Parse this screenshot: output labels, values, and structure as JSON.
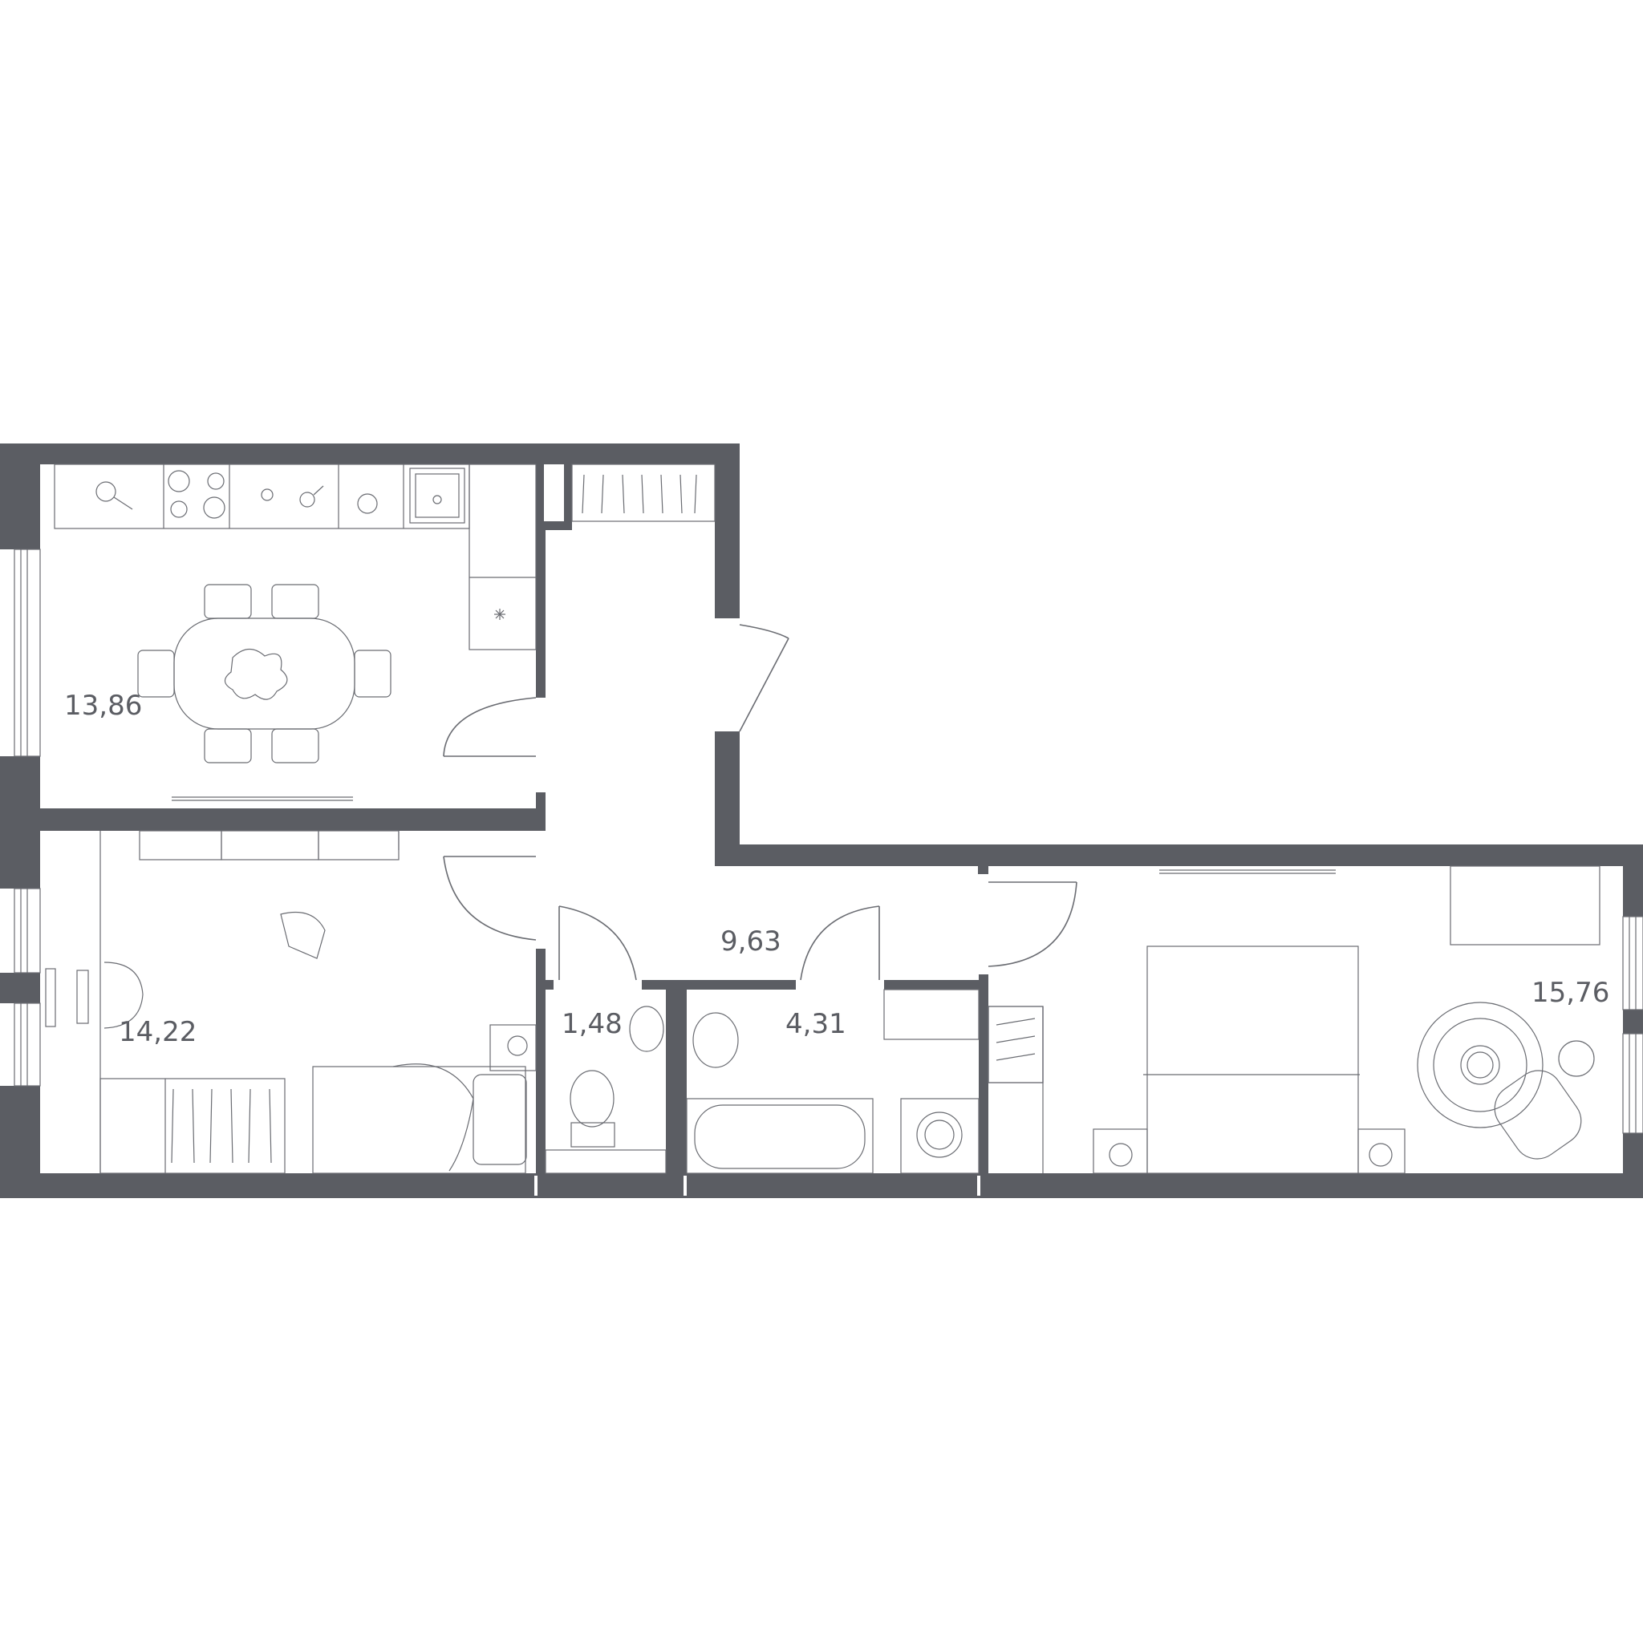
{
  "plan": {
    "wall_color": "#5b5d63",
    "rooms": [
      {
        "id": "kitchen",
        "area": "13,86"
      },
      {
        "id": "living",
        "area": "14,22"
      },
      {
        "id": "hall",
        "area": "9,63"
      },
      {
        "id": "wc",
        "area": "1,48"
      },
      {
        "id": "bathroom",
        "area": "4,31"
      },
      {
        "id": "bedroom",
        "area": "15,76"
      }
    ]
  }
}
